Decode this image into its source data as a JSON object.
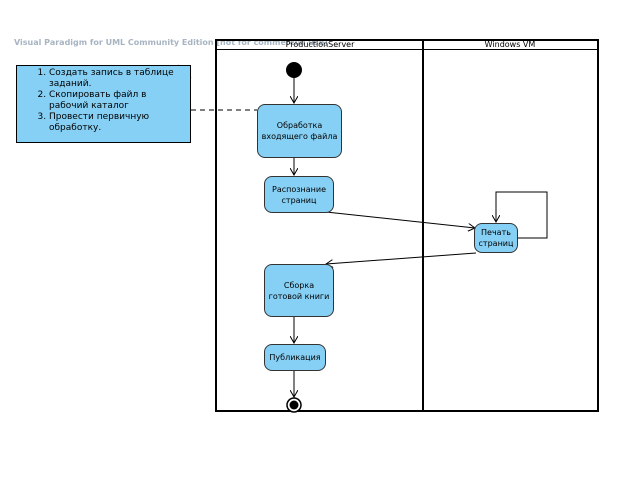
{
  "watermark": "Visual Paradigm for UML Community Edition [not for commercial use]",
  "lanes": {
    "production": "ProductionServer",
    "windows": "Windows VM"
  },
  "note": {
    "items": [
      "Создать запись в таблице заданий.",
      "Скопировать файл в рабочий каталог",
      "Провести первичную обработку."
    ]
  },
  "actions": {
    "process_input": "Обработка входящего файла",
    "recognize": "Распознание страниц",
    "print": "Печать страниц",
    "assemble": "Сборка готовой книги",
    "publish": "Публикация"
  },
  "colors": {
    "action_fill": "#87d0f5",
    "watermark": "#a7b4c2"
  }
}
